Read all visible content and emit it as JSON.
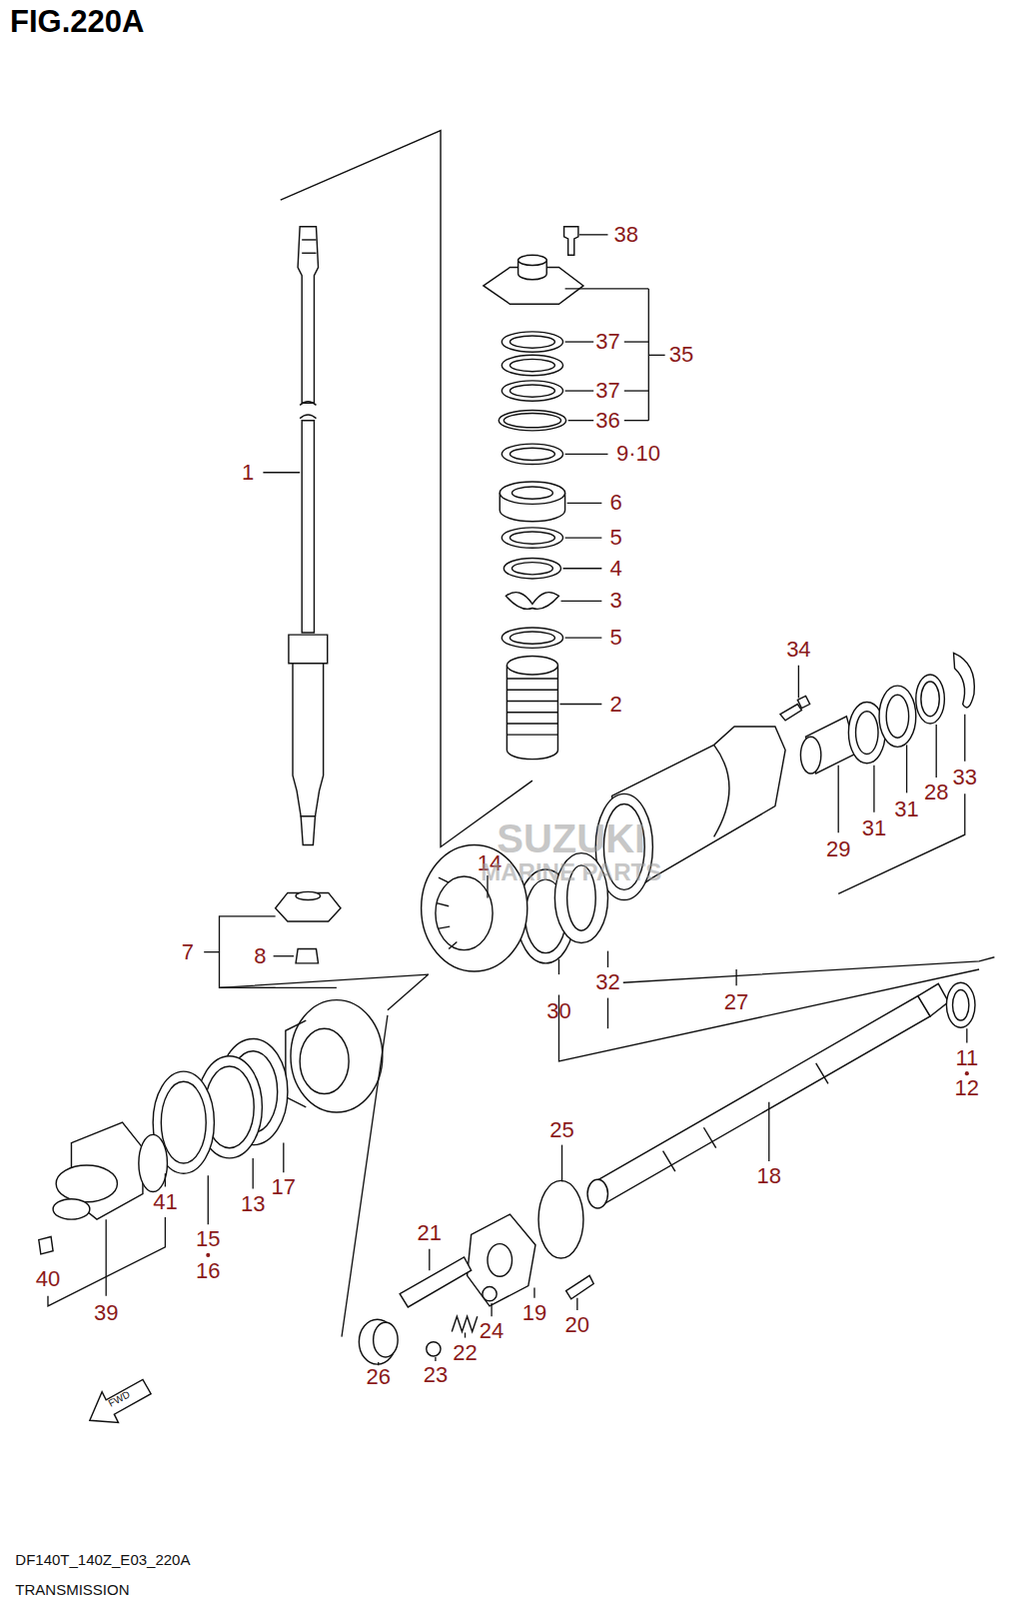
{
  "diagram": {
    "title": "FIG.220A",
    "labels": [
      "38",
      "37",
      "35",
      "37",
      "36",
      "9·10",
      "6",
      "5",
      "4",
      "3",
      "5",
      "2",
      "34",
      "1",
      "33",
      "28",
      "31",
      "31",
      "29",
      "14",
      "7",
      "8",
      "32",
      "30",
      "27",
      "11",
      "12",
      "25",
      "18",
      "41",
      "15",
      "16",
      "13",
      "17",
      "21",
      "40",
      "39",
      "19",
      "20",
      "24",
      "22",
      "23",
      "26",
      "FWD",
      "SUZUKI",
      "MARINE PARTS",
      "DF140T_140Z_E03_220A",
      "TRANSMISSION"
    ]
  }
}
